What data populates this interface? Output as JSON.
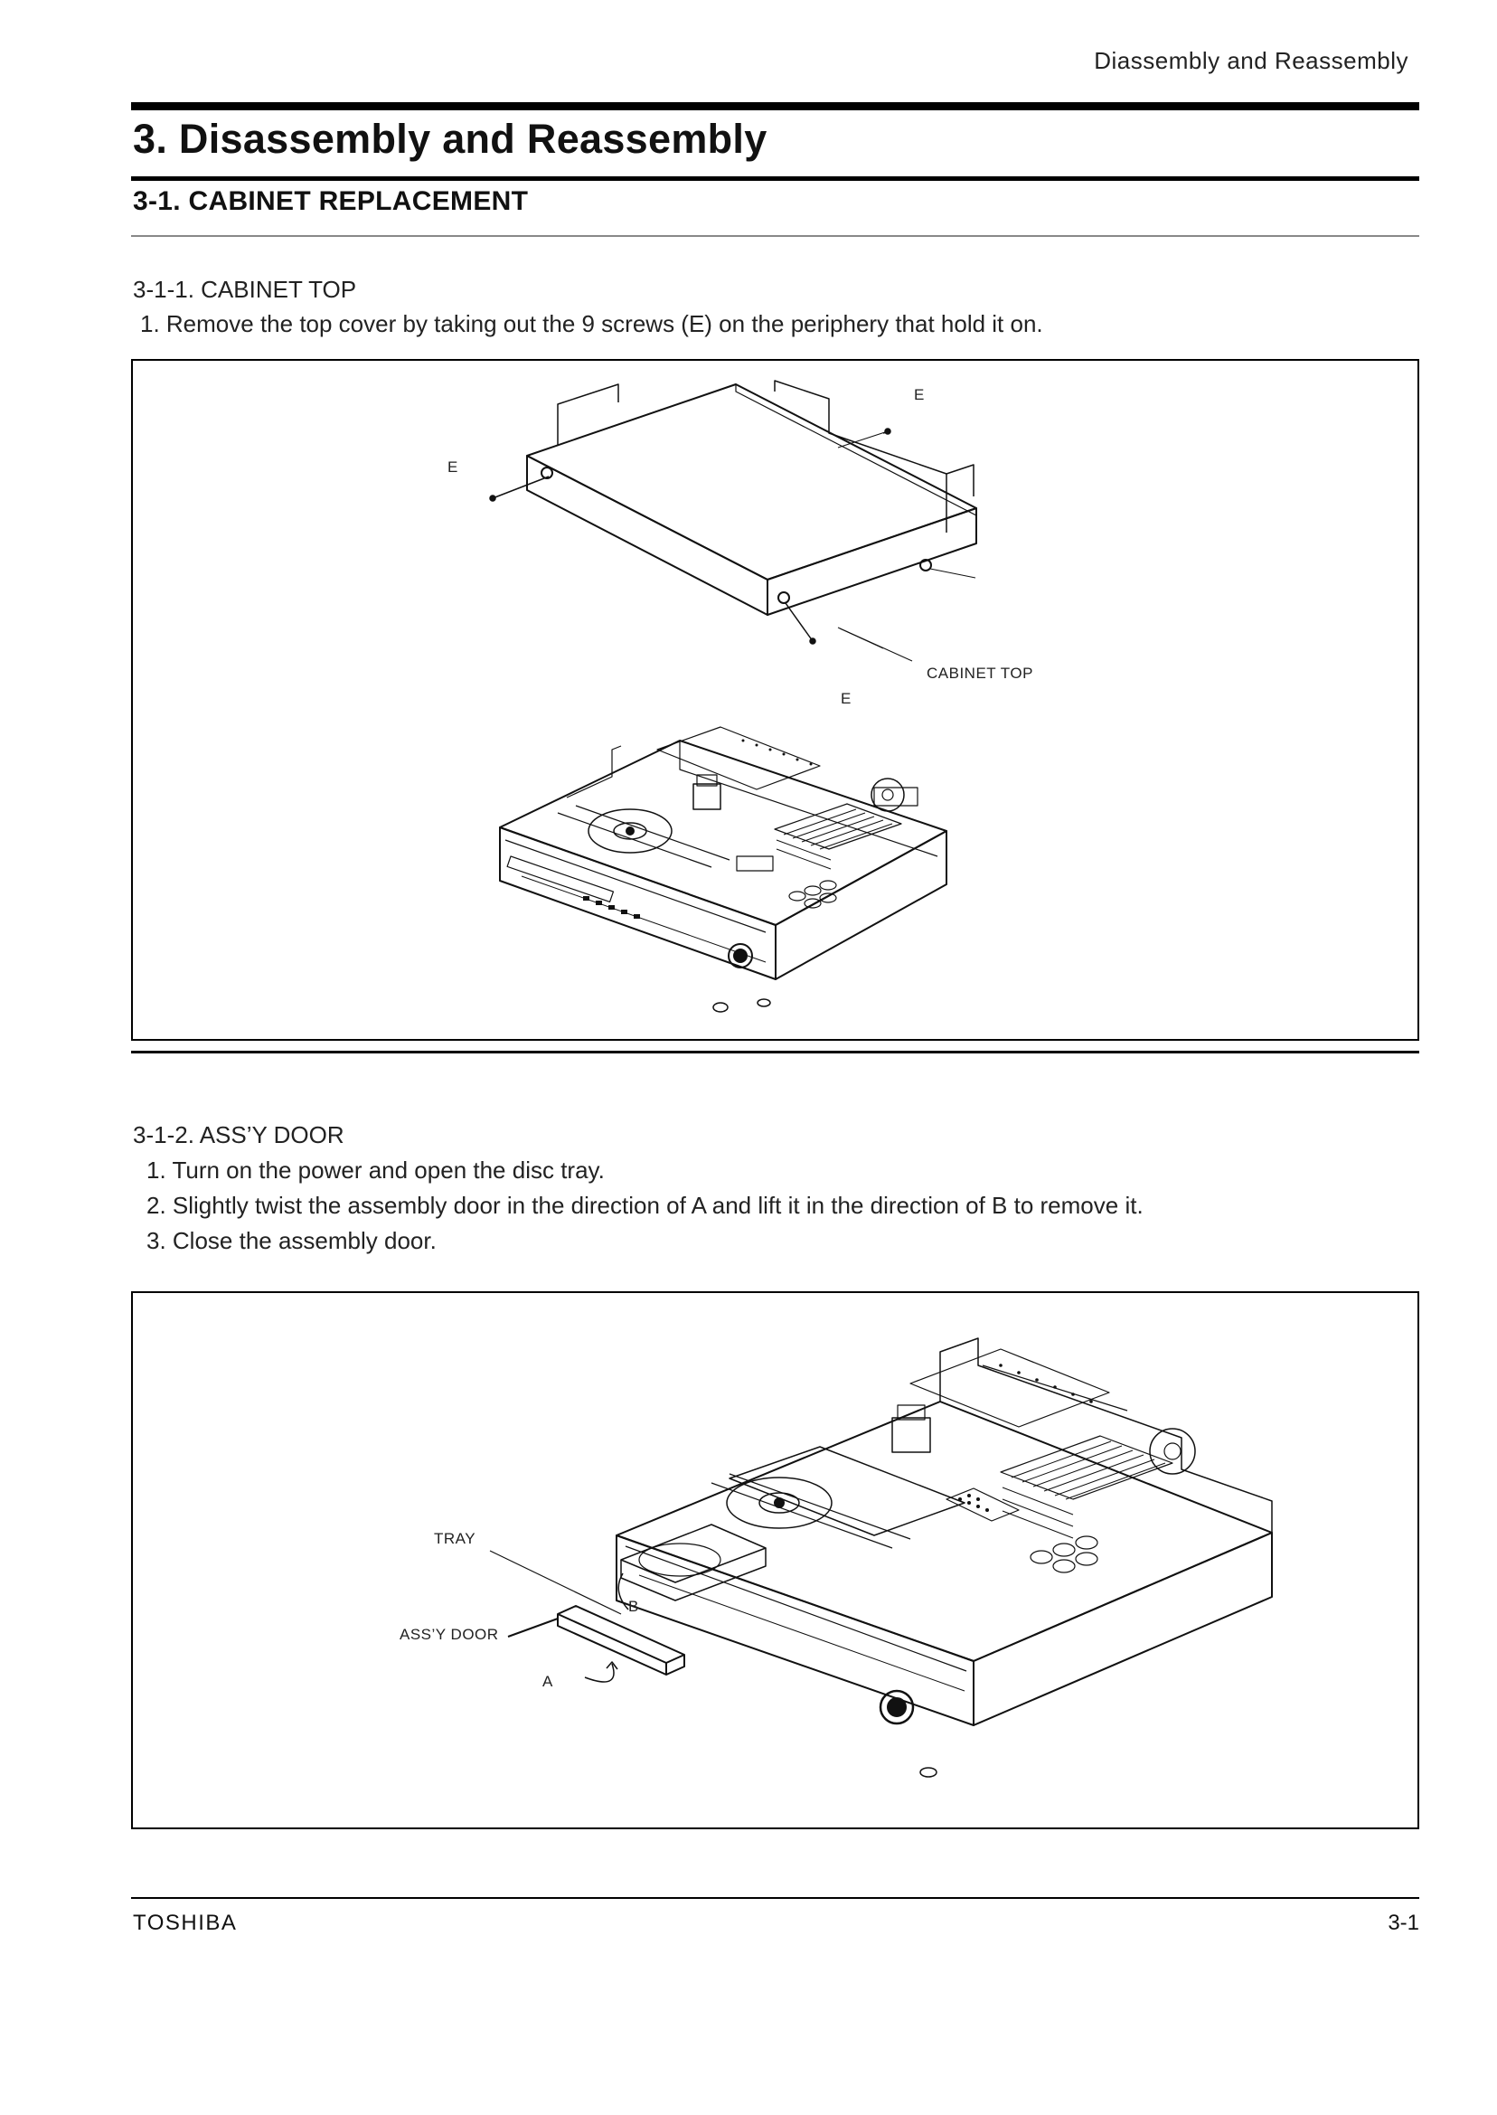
{
  "running_header": "Diassembly and Reassembly",
  "chapter_title": "3. Disassembly and Reassembly",
  "section_title": "3-1. CABINET REPLACEMENT",
  "sub1": {
    "heading": "3-1-1. CABINET TOP",
    "steps": [
      "1. Remove the top cover by taking out the 9 screws (E) on the periphery that hold it on."
    ],
    "figure_labels": {
      "e1": "E",
      "e2": "E",
      "e3": "E",
      "cabinet_top": "CABINET TOP"
    }
  },
  "sub2": {
    "heading": "3-1-2. ASS’Y DOOR",
    "steps": [
      "1. Turn on the power and open the disc tray.",
      "2. Slightly twist the assembly door in the direction of A and lift it in the direction of B to remove it.",
      "3. Close the assembly door."
    ],
    "figure_labels": {
      "tray": "TRAY",
      "b": "B",
      "assy_door": "ASS’Y DOOR",
      "a": "A"
    }
  },
  "footer": {
    "brand": "TOSHIBA",
    "page": "3-1"
  }
}
